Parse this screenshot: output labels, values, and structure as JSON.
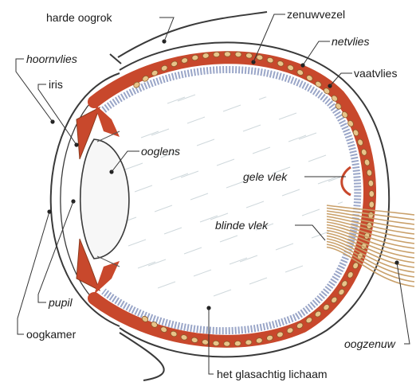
{
  "labels": {
    "harde_oogrok": "harde oogrok",
    "zenuwvezel": "zenuwvezel",
    "hoornvlies": "hoornvlies",
    "netvlies": "netvlies",
    "iris": "iris",
    "vaatvlies": "vaatvlies",
    "ooglens": "ooglens",
    "gele_vlek": "gele vlek",
    "blinde_vlek": "blinde vlek",
    "pupil": "pupil",
    "oogkamer": "oogkamer",
    "oogzenuw": "oogzenuw",
    "glasachtig_lichaam": "het glasachtig lichaam"
  },
  "colors": {
    "sclera_line": "#3a3a3a",
    "choroid_red": "#c8482c",
    "bead_fill": "#e8c48a",
    "bead_stroke": "#8a5a2a",
    "retina_blue": "#9aa6c8",
    "nerve_fibers": "#c9a06a",
    "vitreous_hatch": "#cfd8dc"
  }
}
